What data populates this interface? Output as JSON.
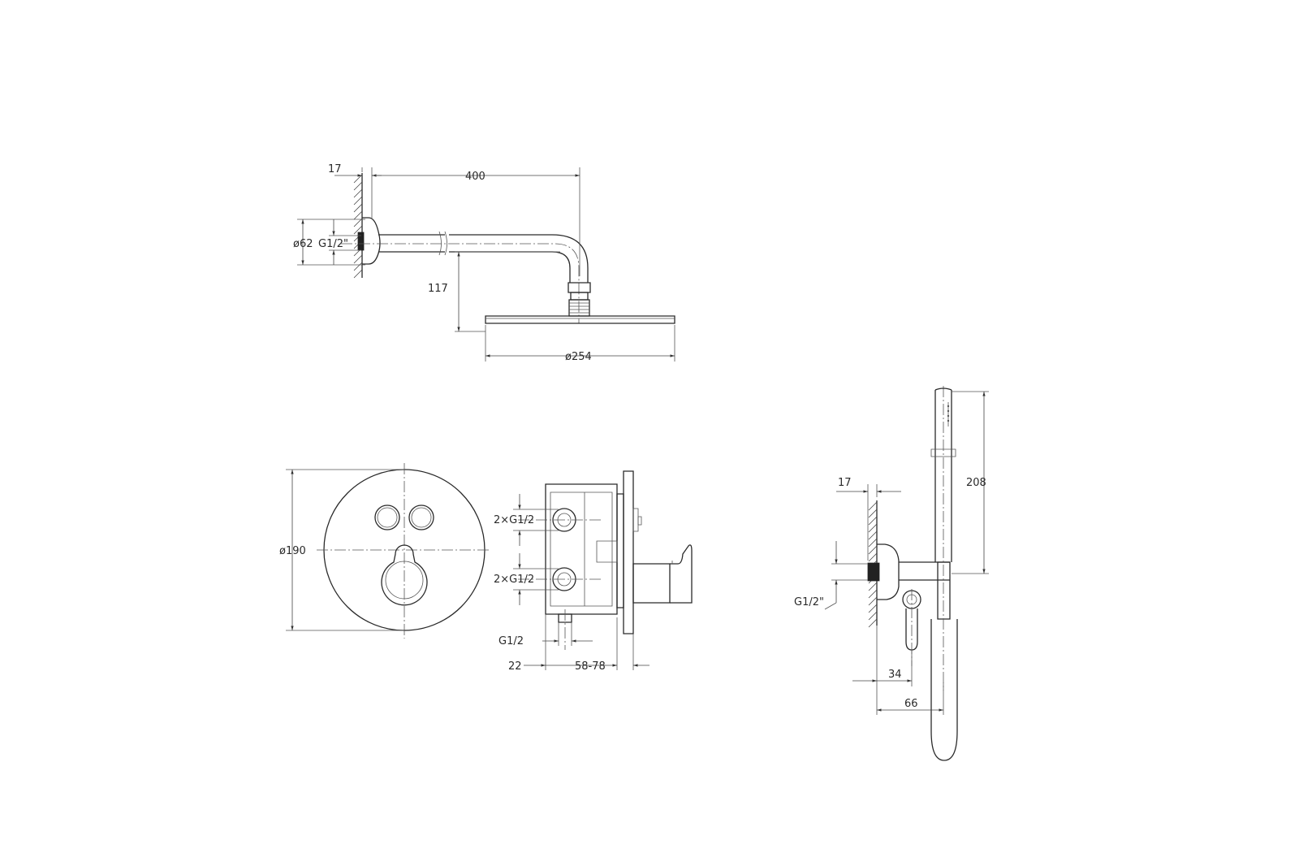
{
  "labels": {
    "head_offset": "17",
    "arm_length": "400",
    "flange_dia": "ø62",
    "head_thread": "G1/2\"",
    "head_drop": "117",
    "head_dia": "ø254",
    "plate_dia": "ø190",
    "inlet_top": "2×G1/2",
    "inlet_bottom": "2×G1/2",
    "outlet": "G1/2",
    "box_offset": "22",
    "box_depth": "58-78",
    "hand_offset": "17",
    "hand_height": "208",
    "hand_thread": "G1/2\"",
    "hand_outlet": "34",
    "hand_depth": "66"
  }
}
